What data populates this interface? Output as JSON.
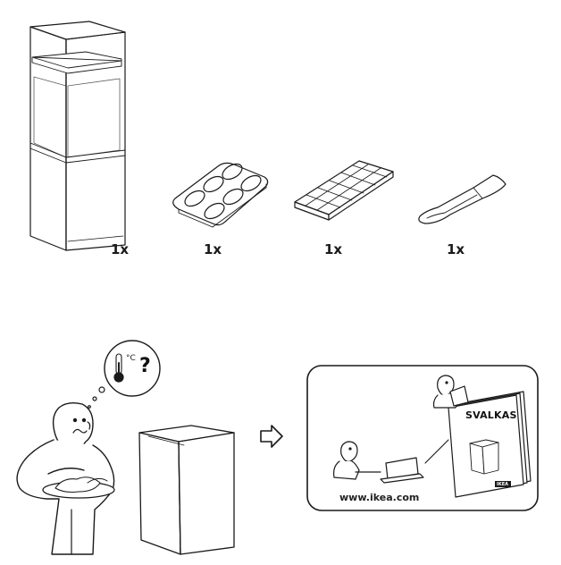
{
  "parts": [
    {
      "name": "fridge",
      "qty": "1x"
    },
    {
      "name": "egg-tray",
      "qty": "1x"
    },
    {
      "name": "ice-cube-tray",
      "qty": "1x"
    },
    {
      "name": "ice-scraper",
      "qty": "1x"
    }
  ],
  "thought": {
    "unit": "°C",
    "question": "?",
    "icons": [
      "thermometer-icon"
    ]
  },
  "arrow": "arrow-right-icon",
  "info_panel": {
    "manual_title": "SVALKAS",
    "brand": "IKEA",
    "url": "www.ikea.com",
    "icons": [
      "reading-person-icon",
      "laptop-person-icon"
    ]
  },
  "colors": {
    "line": "#1a1a1a",
    "background": "#ffffff"
  }
}
